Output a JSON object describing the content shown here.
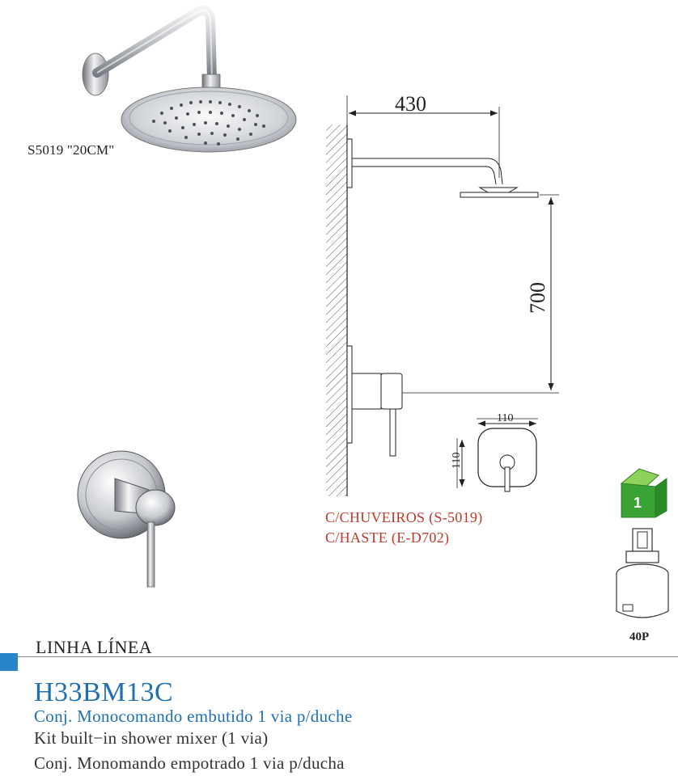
{
  "photo_caption": "S5019 \"20CM\"",
  "dimensions": {
    "arm_length": "430",
    "head_to_valve": "700",
    "plate_width": "110",
    "plate_height": "110"
  },
  "notes": {
    "shower_head": "C/CHUVEIROS (S-5019)",
    "handle": "C/HASTE (E-D702)"
  },
  "badge_number": "1",
  "cartridge_label": "40P",
  "product_line": "LINHA LÍNEA",
  "product_code": "H33BM13C",
  "descriptions": {
    "portuguese": "Conj. Monocomando embutido 1 via p/duche",
    "english": "Kit built−in shower mixer (1 via)",
    "spanish": "Conj. Monomando empotrado 1 via p/ducha"
  },
  "colors": {
    "accent_blue": "#1f6fb5",
    "note_red": "#c0392b",
    "badge_green": "#3aa335"
  }
}
